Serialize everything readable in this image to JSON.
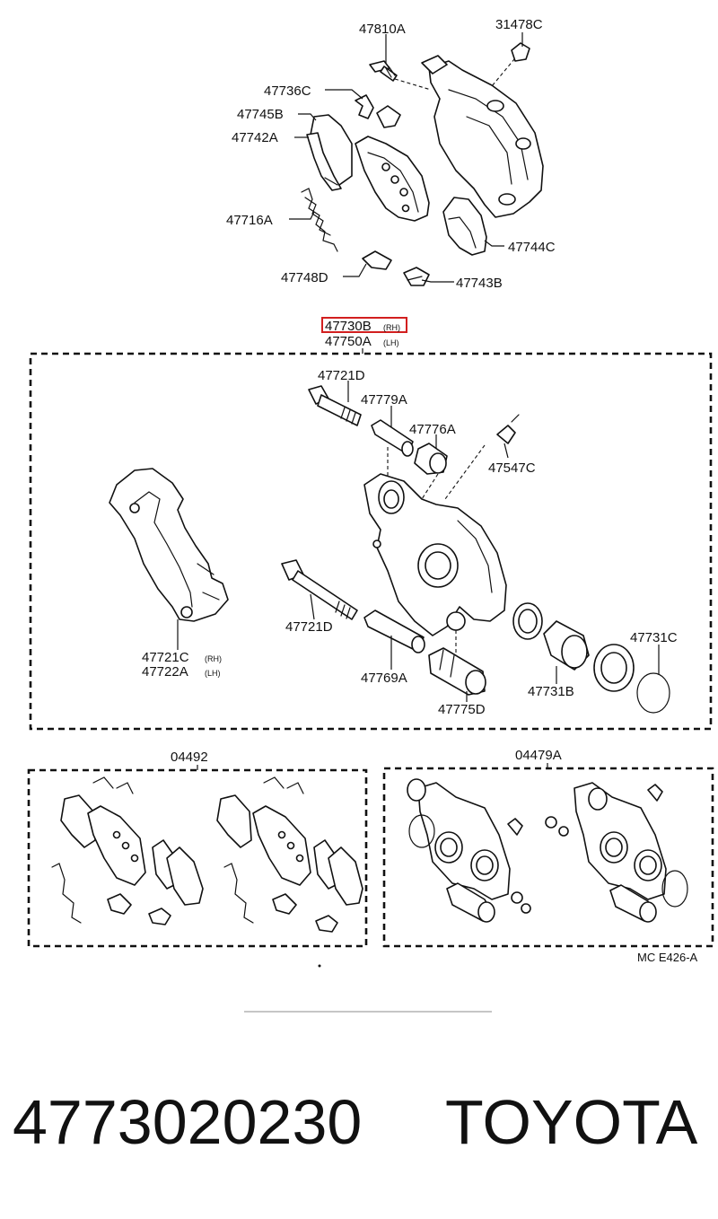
{
  "top_group": {
    "labels": {
      "p47810A": "47810A",
      "p31478C": "31478C",
      "p47736C": "47736C",
      "p47745B": "47745B",
      "p47742A": "47742A",
      "p47716A": "47716A",
      "p47744C": "47744C",
      "p47748D": "47748D",
      "p47743B": "47743B"
    }
  },
  "assembly": {
    "highlight_part": "47730B",
    "highlight_suffix": "(RH)",
    "alt_part": "47750A",
    "alt_suffix": "(LH)",
    "labels": {
      "p47721D_top": "47721D",
      "p47779A": "47779A",
      "p47776A": "47776A",
      "p47547C": "47547C",
      "p47721D_bottom": "47721D",
      "p47769A": "47769A",
      "p47775D": "47775D",
      "p47731B": "47731B",
      "p47731C": "47731C",
      "p47721C": "47721C",
      "p47721C_suffix": "(RH)",
      "p47722A": "47722A",
      "p47722A_suffix": "(LH)"
    }
  },
  "kits": {
    "left_kit": "04492",
    "right_kit": "04479A"
  },
  "diagram_code": "MC  E426-A",
  "highlight_color": "#d21f1f",
  "footer": {
    "part_number": "4773020230",
    "brand": "TOYOTA"
  }
}
